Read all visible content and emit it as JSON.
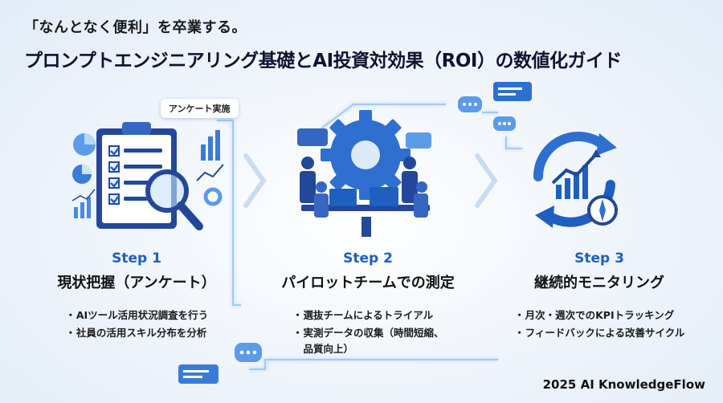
{
  "header": {
    "subtitle": "「なんとなく便利」を卒業する。",
    "title": "プロンプトエンジニアリング基礎とAI投資対効果（ROI）の数値化ガイド"
  },
  "badge": {
    "label": "アンケート実施"
  },
  "steps": [
    {
      "label": "Step 1",
      "title": "現状把握（アンケート）",
      "bullets": [
        "AIツール活用状況調査を行う",
        "社員の活用スキル分布を分析"
      ]
    },
    {
      "label": "Step 2",
      "title": "パイロットチームでの測定",
      "bullets": [
        "選抜チームによるトライアル",
        "実測データの収集（時間短縮、",
        "品質向上）"
      ]
    },
    {
      "label": "Step 3",
      "title": "継続的モニタリング",
      "bullets": [
        "月次・週次でのKPIトラッキング",
        "フィードバックによる改善サイクル"
      ]
    }
  ],
  "bullet_marker": "・",
  "footer": {
    "credit": "2025 AI KnowledgeFlow"
  },
  "colors": {
    "accent": "#1f5fbf",
    "glow": "#7fb4f0",
    "dark_blue": "#23489a",
    "light_blue": "#5b9be8"
  },
  "icons": [
    "clipboard-checklist-icon",
    "magnifier-icon",
    "pie-chart-icon",
    "bar-chart-icon",
    "gear-icon",
    "team-icon",
    "chat-bubble-icon",
    "cycle-arrows-icon",
    "compass-icon",
    "trend-chart-icon"
  ]
}
